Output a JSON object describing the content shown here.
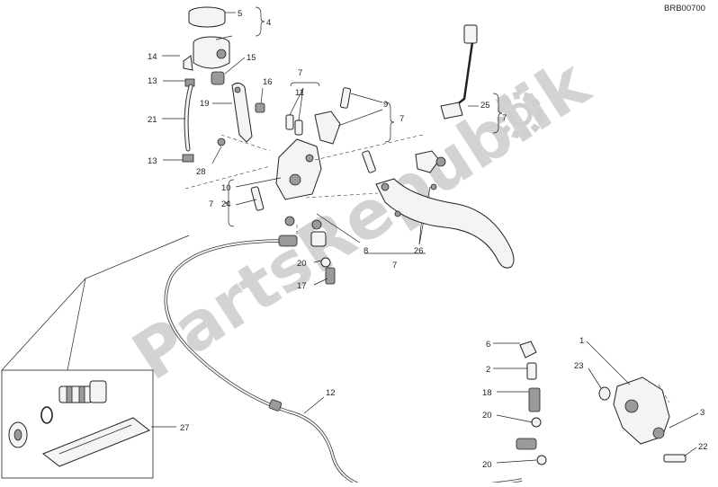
{
  "diagram": {
    "code": "BRB00700",
    "watermark": "PartsRepublik",
    "callouts": {
      "c5": "5",
      "c4": "4",
      "c14": "14",
      "c15": "15",
      "c13a": "13",
      "c16": "16",
      "c19": "19",
      "c21": "21",
      "c13b": "13",
      "c28": "28",
      "c7a": "7",
      "c11": "11",
      "c9": "9",
      "c7b": "7",
      "c25": "25",
      "c7c": "7",
      "c10": "10",
      "c24": "24",
      "c7d": "7",
      "c8": "8",
      "c26": "26",
      "c7e": "7",
      "c20a": "20",
      "c17": "17",
      "c12": "12",
      "c6": "6",
      "c2": "2",
      "c18": "18",
      "c20b": "20",
      "c20c": "20",
      "c1": "1",
      "c23": "23",
      "c3": "3",
      "c22": "22",
      "c27": "27"
    }
  }
}
